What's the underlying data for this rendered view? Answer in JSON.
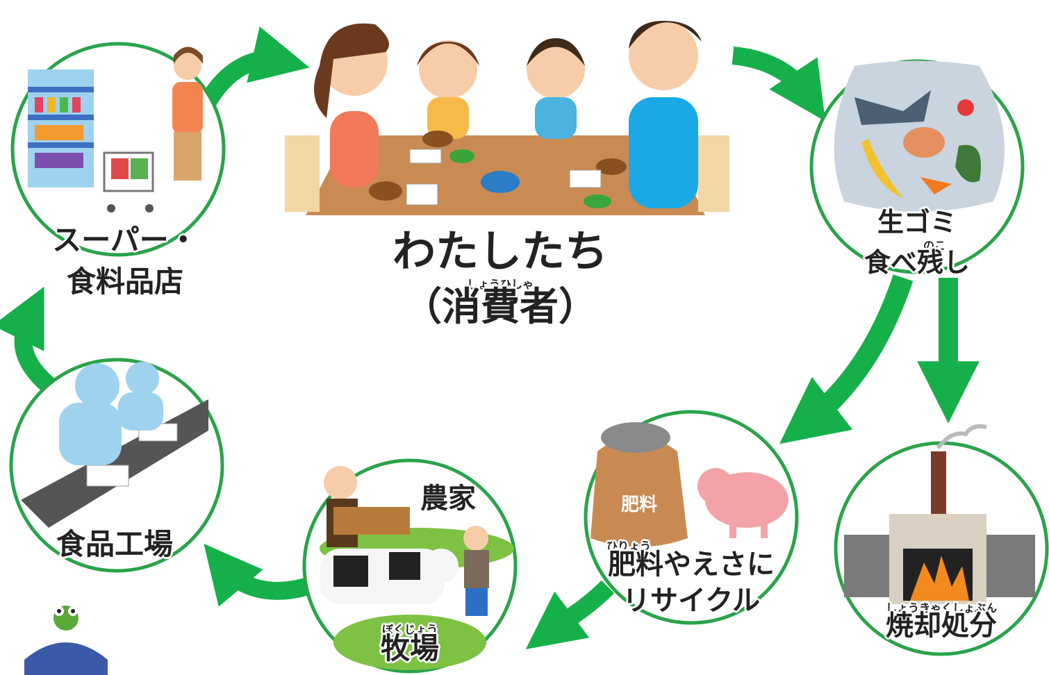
{
  "colors": {
    "circle": "#2aa34a",
    "arrow": "#16b04a",
    "text": "#222222"
  },
  "nodes": {
    "consumers": {
      "title": "わたしたち",
      "main": "（消費者）",
      "ruby": "しょうひしゃ",
      "icon": "family-dining-illustration"
    },
    "store": {
      "line1": "スーパー・",
      "line2": "食料品店",
      "icon": "supermarket-shopper-icon"
    },
    "waste": {
      "line1": "生ゴミ",
      "line2": "食べ残し",
      "ruby": "のこ",
      "icon": "garbage-bag-icon"
    },
    "recycle": {
      "line1": "肥料やえさに",
      "line2": "リサイクル",
      "ruby": "ひりょう",
      "sack_label": "肥料",
      "icon": "fertilizer-and-pig-icon"
    },
    "incinerate": {
      "line1": "焼却処分",
      "ruby": "しょうきゃくしょぶん",
      "icon": "incinerator-icon"
    },
    "farm": {
      "line1": "農家",
      "line2": "牧場",
      "ruby": "ぼくじょう",
      "icon": "farmer-cow-icon"
    },
    "factory": {
      "line1": "食品工場",
      "icon": "food-factory-workers-icon"
    }
  },
  "mascot": {
    "icon": "frog-hat-character-icon"
  }
}
